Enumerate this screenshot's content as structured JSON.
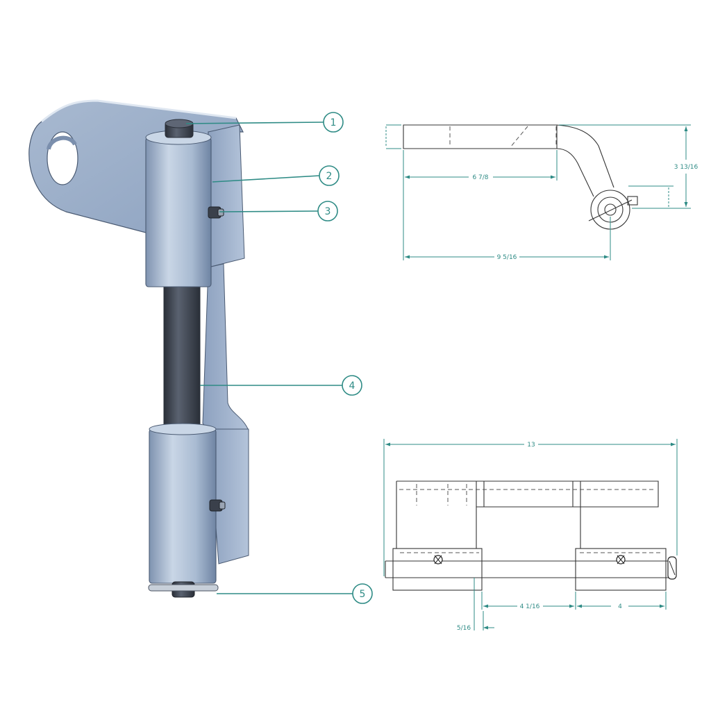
{
  "colors": {
    "annotation": "#2e8b85",
    "part_light": "#b8c8dc",
    "part_mid": "#9bb0cb",
    "part_dark": "#6f86a6",
    "pin_dark": "#3c4350",
    "outline": "#333333"
  },
  "balloons": [
    "1",
    "2",
    "3",
    "4",
    "5"
  ],
  "dimensions": {
    "side_top_length": "6 7/8",
    "side_height": "3 13/16",
    "side_total_length": "9 5/16",
    "front_total": "13",
    "front_gap": "4 1/16",
    "front_knuckle": "4",
    "front_offset": "5/16"
  }
}
